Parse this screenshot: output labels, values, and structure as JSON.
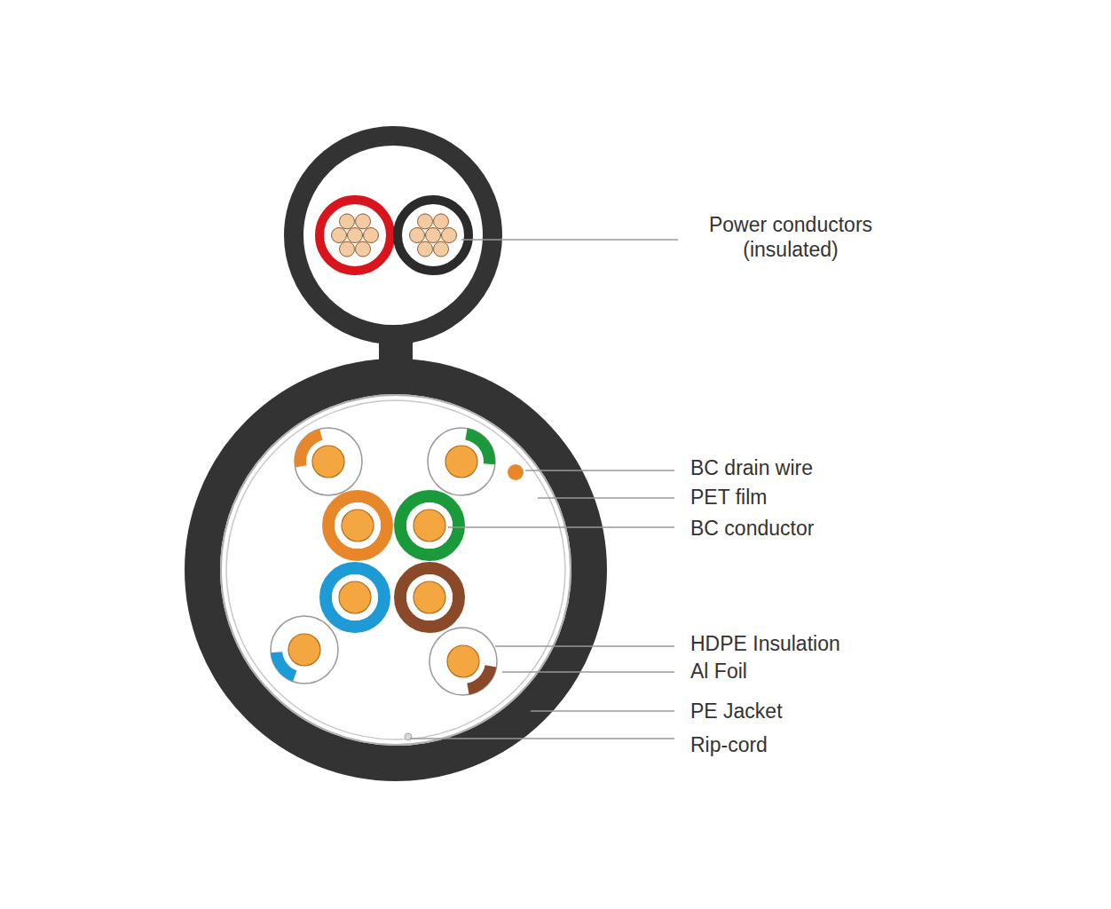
{
  "diagram": {
    "labels": [
      "Power conductors (insulated)",
      "BC drain wire",
      "PET film",
      "BC conductor",
      "HDPE Insulation",
      "Al Foil",
      "PE Jacket",
      "Rip-cord"
    ]
  }
}
